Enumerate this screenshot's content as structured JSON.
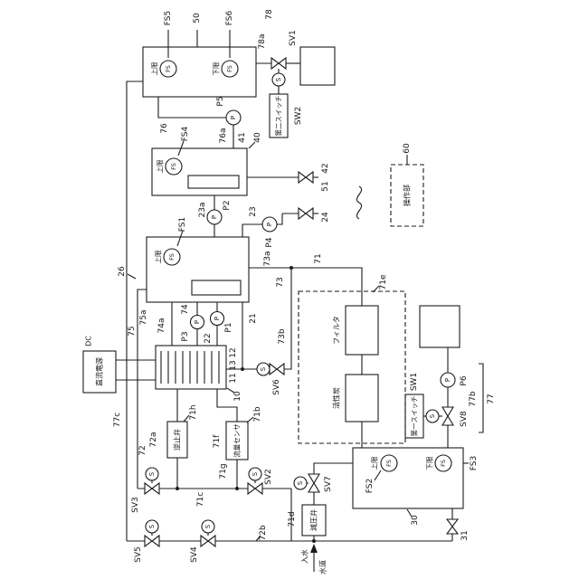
{
  "colors": {
    "line": "#1b1b1b",
    "background": "#ffffff"
  },
  "symbols": {
    "fs": "FS",
    "p": "P",
    "s": "S"
  },
  "texts": {
    "upper_limit": "上限",
    "lower_limit": "下限",
    "second_switch": "第二スイッチ",
    "first_switch": "第一スイッチ",
    "control_unit": "操作部",
    "dc_power": "直流電源",
    "check_valve": "逆止弁",
    "flow_sensor": "流量センサ",
    "reducing_valve": "減圧弁",
    "filter": "フィルタ",
    "activated_carbon": "活性炭",
    "water_in": "入水",
    "tap_water": "水道"
  },
  "labels": {
    "fs5": "FS5",
    "n50": "50",
    "fs6": "FS6",
    "n78": "78",
    "n78a": "78a",
    "sv1": "SV1",
    "sw2": "SW2",
    "n76": "76",
    "p5": "P5",
    "n76a": "76a",
    "n41": "41",
    "n40": "40",
    "fs4": "FS4",
    "n42": "42",
    "n51": "51",
    "n24": "24",
    "p2": "P2",
    "n23a": "23a",
    "n23": "23",
    "p4": "P4",
    "fs1": "FS1",
    "n26": "26",
    "n73a": "73a",
    "n71": "71",
    "n71e": "71e",
    "n73": "73",
    "n73b": "73b",
    "sv6": "SV6",
    "n21": "21",
    "n75": "75",
    "n75a": "75a",
    "n74": "74",
    "n74a": "74a",
    "n22": "22",
    "p1": "P1",
    "p3": "P3",
    "n10": "10",
    "n11": "11",
    "n12": "12",
    "n13": "13",
    "dc": "DC",
    "n77c": "77c",
    "n72": "72",
    "n72a": "72a",
    "n71h": "71h",
    "n71b": "71b",
    "n71f": "71f",
    "n71g": "71g",
    "sv3": "SV3",
    "n71c": "71c",
    "sv2": "SV2",
    "n71d": "71d",
    "sv7": "SV7",
    "fs2": "FS2",
    "fs3": "FS3",
    "n30": "30",
    "n31": "31",
    "sw1": "SW1",
    "sv8": "SV8",
    "p6": "P6",
    "n77b": "77b",
    "n77": "77",
    "sv5": "SV5",
    "sv4": "SV4",
    "n72b": "72b",
    "n60": "60"
  }
}
